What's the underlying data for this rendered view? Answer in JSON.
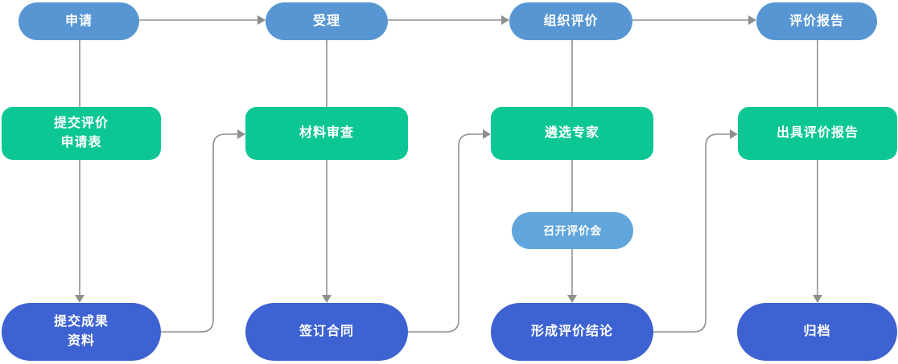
{
  "diagram": {
    "type": "flowchart",
    "language": "zh-CN",
    "orientation": "four columns, three tiers, serpentine flow"
  },
  "nodes": {
    "apply": {
      "label": "申请",
      "tier": "stage"
    },
    "accept": {
      "label": "受理",
      "tier": "stage"
    },
    "organize": {
      "label": "组织评价",
      "tier": "stage"
    },
    "report": {
      "label": "评价报告",
      "tier": "stage"
    },
    "submit_form": {
      "label": "提交评价\n申请表",
      "tier": "step"
    },
    "material_review": {
      "label": "材料审查",
      "tier": "step"
    },
    "select_experts": {
      "label": "遴选专家",
      "tier": "step"
    },
    "issue_report": {
      "label": "出具评价报告",
      "tier": "step"
    },
    "meeting": {
      "label": "召开评价会",
      "tier": "meeting"
    },
    "submit_results": {
      "label": "提交成果\n资料",
      "tier": "result"
    },
    "sign_contract": {
      "label": "签订合同",
      "tier": "result"
    },
    "conclusion": {
      "label": "形成评价结论",
      "tier": "result"
    },
    "archive": {
      "label": "归档",
      "tier": "result"
    }
  },
  "edges": [
    {
      "from": "apply",
      "to": "accept",
      "arrow": true
    },
    {
      "from": "accept",
      "to": "organize",
      "arrow": true
    },
    {
      "from": "organize",
      "to": "report",
      "arrow": true
    },
    {
      "from": "apply",
      "to": "submit_form",
      "arrow": false
    },
    {
      "from": "submit_form",
      "to": "submit_results",
      "arrow": true
    },
    {
      "from": "submit_results",
      "to": "material_review",
      "arrow": true
    },
    {
      "from": "accept",
      "to": "material_review",
      "arrow": false
    },
    {
      "from": "material_review",
      "to": "sign_contract",
      "arrow": true
    },
    {
      "from": "sign_contract",
      "to": "select_experts",
      "arrow": true
    },
    {
      "from": "organize",
      "to": "select_experts",
      "arrow": false
    },
    {
      "from": "select_experts",
      "to": "meeting",
      "arrow": false
    },
    {
      "from": "meeting",
      "to": "conclusion",
      "arrow": true
    },
    {
      "from": "conclusion",
      "to": "issue_report",
      "arrow": true
    },
    {
      "from": "report",
      "to": "issue_report",
      "arrow": false
    },
    {
      "from": "issue_report",
      "to": "archive",
      "arrow": true
    }
  ],
  "colors": {
    "stage_fill": "#5796d3",
    "step_fill": "#0cc794",
    "result_fill": "#3d62d1",
    "meeting_fill": "#60a5dc",
    "connector": "#8f8f8f",
    "text": "#ffffff",
    "background": "#ffffff"
  }
}
